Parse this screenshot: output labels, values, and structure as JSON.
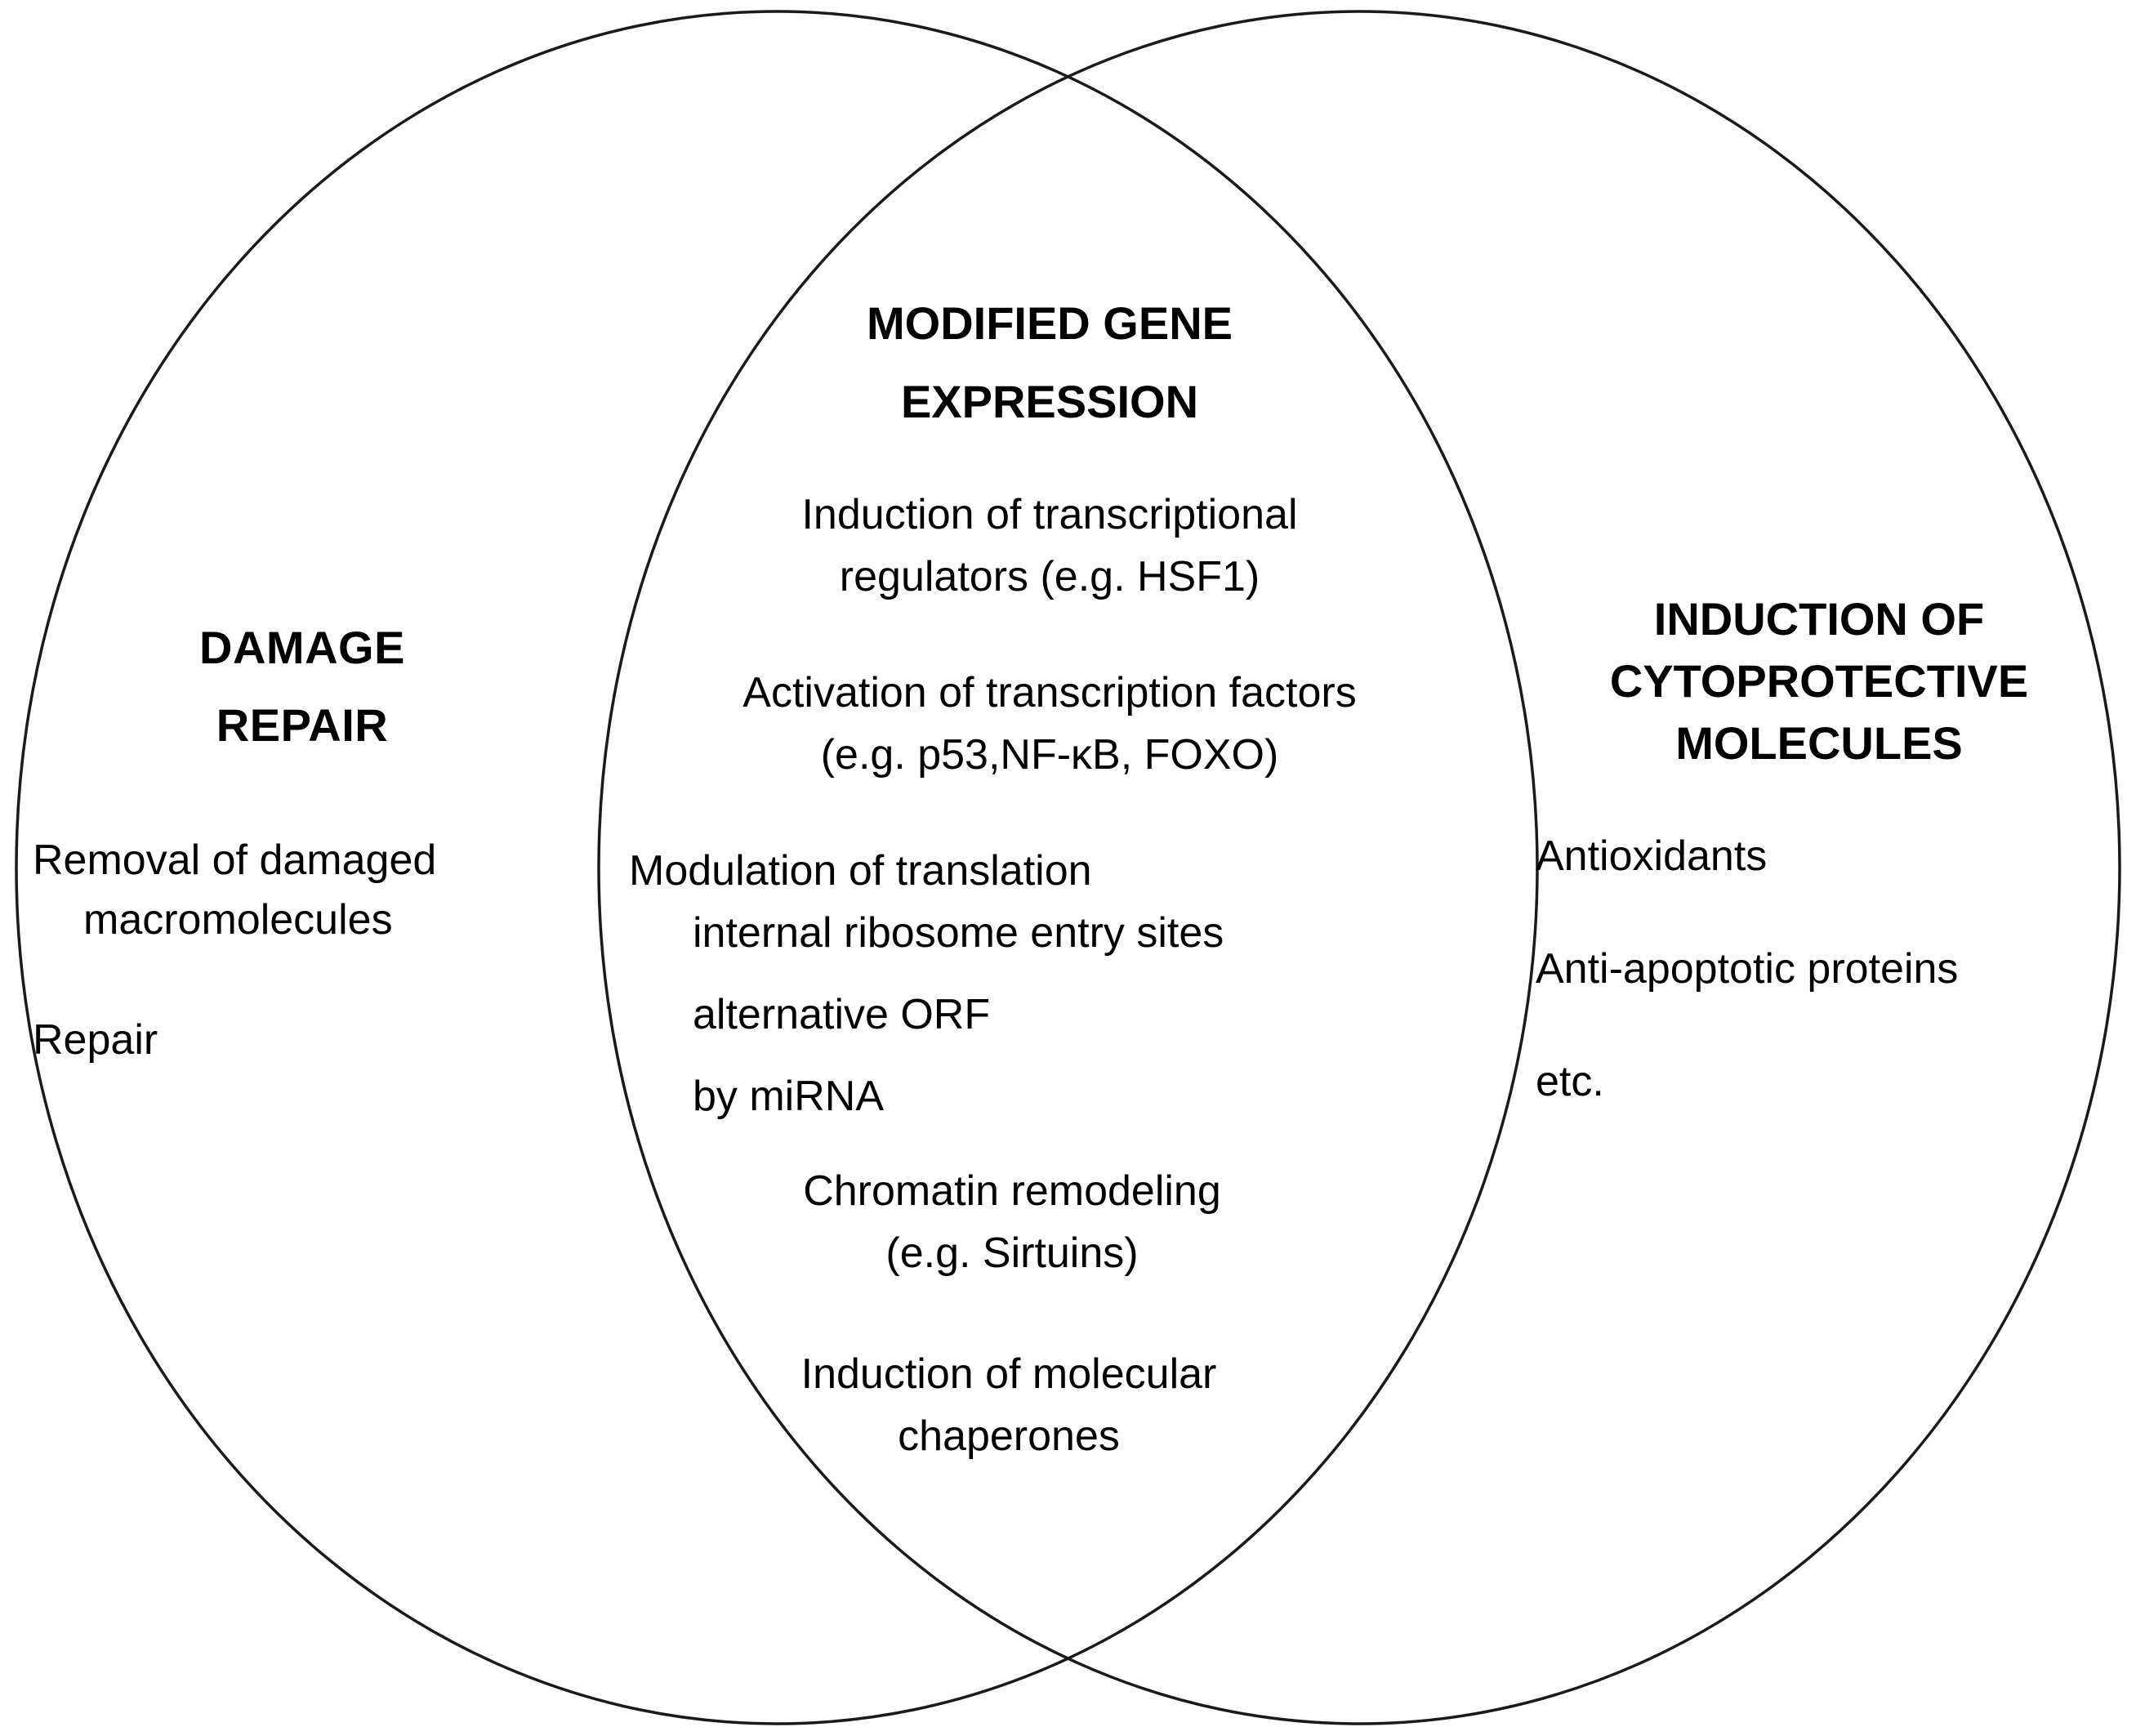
{
  "diagram": {
    "type": "venn-2-circle",
    "background_color": "#ffffff",
    "stroke_color": "#1a1a1a",
    "text_color": "#000000"
  },
  "left_circle": {
    "title_line1": "DAMAGE",
    "title_line2": "REPAIR",
    "items": [
      "Removal of damaged",
      "macromolecules",
      "Repair"
    ]
  },
  "center_overlap": {
    "title_line1": "MODIFIED GENE",
    "title_line2": "EXPRESSION",
    "group1": {
      "line1": "Induction of transcriptional",
      "line2": "regulators (e.g. HSF1)"
    },
    "group2": {
      "line1": "Activation of transcription factors",
      "line2": "(e.g. p53,NF-κB, FOXO)"
    },
    "group3": {
      "line1": "Modulation of translation",
      "line2": "internal ribosome entry sites",
      "line3": "alternative ORF",
      "line4": "by miRNA"
    },
    "group4": {
      "line1": "Chromatin remodeling",
      "line2": "(e.g. Sirtuins)"
    },
    "group5": {
      "line1": "Induction of molecular",
      "line2": "chaperones"
    }
  },
  "right_circle": {
    "title_line1": "INDUCTION OF",
    "title_line2": "CYTOPROTECTIVE",
    "title_line3": "MOLECULES",
    "items": [
      "Antioxidants",
      "Anti-apoptotic proteins",
      "etc."
    ]
  }
}
